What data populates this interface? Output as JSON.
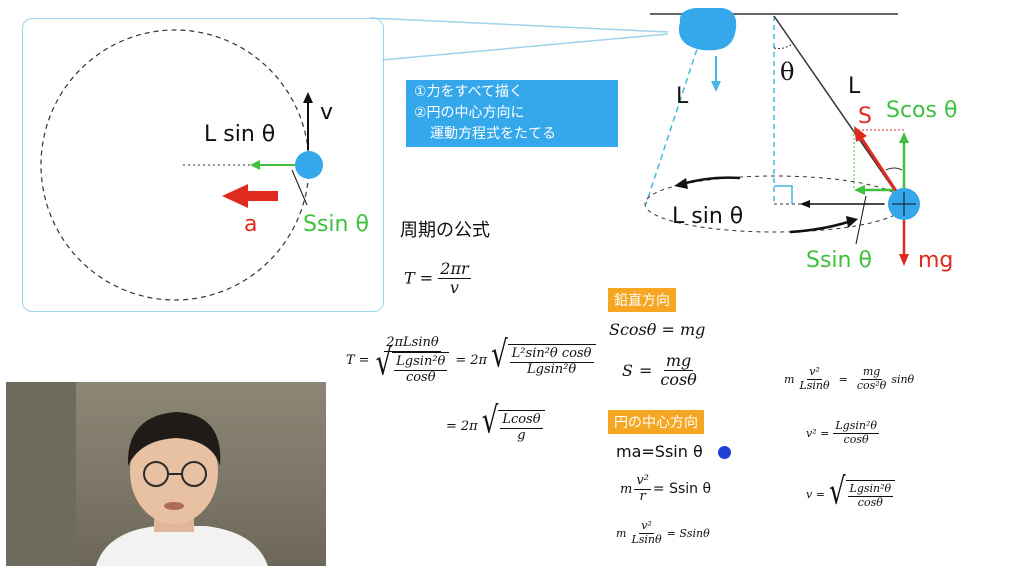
{
  "left_diagram": {
    "v_label": "v",
    "lsin_label": "L sin θ",
    "a_label": "a",
    "ssin_label": "Ssin θ"
  },
  "instructions": {
    "line1": "①力をすべて描く",
    "line2": "②円の中心方向に",
    "line3": "運動方程式をたてる"
  },
  "period": {
    "heading": "周期の公式",
    "T": "T",
    "eq": "=",
    "num": "2πr",
    "den": "v"
  },
  "derivation": {
    "T": "T",
    "eq": "=",
    "num1": "2πLsinθ",
    "den_num": "Lgsin²θ",
    "den_den": "cosθ",
    "two_pi": "2π",
    "rad1": "L²sin²θ cosθ",
    "rad1_den": "Lgsin²θ",
    "rad2": "Lcosθ",
    "rad2_den": "g"
  },
  "vertical": {
    "tag": "鉛直方向",
    "eq1": "Scosθ = mg",
    "S": "S",
    "eq": "=",
    "num": "mg",
    "den": "cosθ"
  },
  "center": {
    "tag": "円の中心方向",
    "eq1": "ma=Ssin θ",
    "m": "m",
    "v2": "v²",
    "r": "r",
    "rhs": "= Ssin θ",
    "den2": "Lsinθ",
    "rhs2": "= Ssinθ"
  },
  "right_eqs": {
    "m": "m",
    "v2": "v²",
    "den1": "Lsinθ",
    "eq": "=",
    "mg": "mg",
    "cos2": "cos²θ",
    "sin": "sinθ",
    "v2_lhs": "v² =",
    "num2": "Lgsin²θ",
    "den2": "cosθ",
    "v_lhs": "v =",
    "num3": "Lgsin²θ",
    "den3": "cosθ"
  },
  "pendulum": {
    "theta": "θ",
    "L_left": "L",
    "L_right": "L",
    "S": "S",
    "scos": "Scos θ",
    "lsin": "L sin θ",
    "ssin": "Ssin θ",
    "mg": "mg"
  },
  "colors": {
    "blue": "#35a8ec",
    "green": "#3fc03f",
    "red": "#e02a1f",
    "orange": "#f5a623",
    "cyan": "#45b8e0"
  }
}
